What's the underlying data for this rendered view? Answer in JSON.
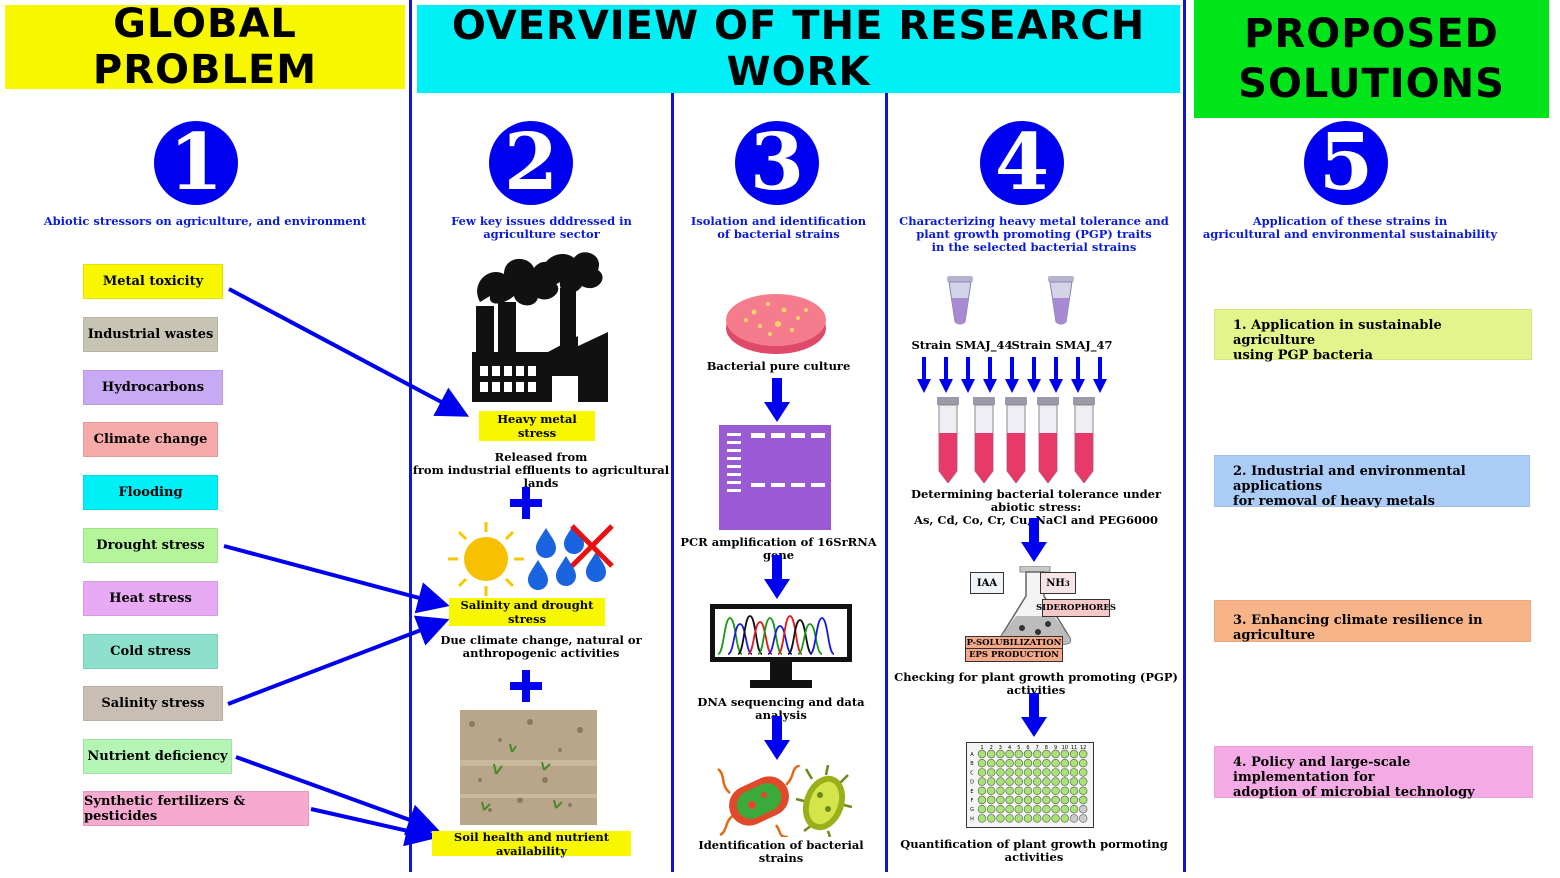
{
  "headers": {
    "global": "GLOBAL PROBLEM",
    "overview": "OVERVIEW OF THE RESEARCH WORK",
    "proposed": "PROPOSED\nSOLUTIONS"
  },
  "colors": {
    "blue": "#0000f0",
    "yellow": "#f7f700",
    "cyan": "#00f0f7",
    "green": "#00e41a"
  },
  "steps": [
    {
      "num": "1",
      "caption": "Abiotic stressors on agriculture, and environment"
    },
    {
      "num": "2",
      "caption": "Few key issues dddressed in agriculture sector"
    },
    {
      "num": "3",
      "caption": "Isolation and identification\nof bacterial strains"
    },
    {
      "num": "4",
      "caption": "Characterizing heavy metal tolerance and\nplant growth promoting (PGP) traits\nin the selected bacterial strains"
    },
    {
      "num": "5",
      "caption": "Application of these strains in\nagricultural and environmental sustainability"
    }
  ],
  "stressors": [
    {
      "label": "Metal toxicity",
      "color": "#f7f700"
    },
    {
      "label": "Industrial wastes",
      "color": "#c8c4b4"
    },
    {
      "label": "Hydrocarbons",
      "color": "#c8aaf4"
    },
    {
      "label": "Climate change",
      "color": "#f7aaaa"
    },
    {
      "label": "Flooding",
      "color": "#00f0f7"
    },
    {
      "label": "Drought stress",
      "color": "#b4f49a"
    },
    {
      "label": "Heat stress",
      "color": "#e8aaf4"
    },
    {
      "label": "Cold stress",
      "color": "#8ce0cc"
    },
    {
      "label": "Salinity stress",
      "color": "#c8beb4"
    },
    {
      "label": "Nutrient deficiency",
      "color": "#b4f4b4"
    },
    {
      "label": "Synthetic fertilizers & pesticides",
      "color": "#f7aad0"
    }
  ],
  "issues": {
    "heavy_metal": "Heavy metal stress",
    "released": "Released from\nfrom industrial effluents to agricultural lands",
    "salinity": "Salinity and drought stress",
    "due": "Due climate change, natural or\nanthropogenic activities",
    "soil": "Soil health and nutrient availability"
  },
  "isolation": {
    "culture": "Bacterial pure culture",
    "pcr": "PCR amplification of 16SrRNA gene",
    "dna": "DNA sequencing and data analysis",
    "ident": "Identification of bacterial strains"
  },
  "characterizing": {
    "strain_a": "Strain SMAJ_44",
    "strain_b": "Strain SMAJ_47",
    "tolerance": "Determining bacterial tolerance under abiotic stress:\nAs, Cd, Co, Cr, Cu, NaCl and PEG6000",
    "iaa": "IAA",
    "nh3": "NH",
    "nh3_sub": "3",
    "sidero": "SIDEROPHORES",
    "psol": "P-SOLUBILIZATION",
    "eps": "EPS PRODUCTION",
    "checking": "Checking for plant growth promoting (PGP) activities",
    "quant": "Quantification of plant growth pormoting activities"
  },
  "plate": {
    "cols": [
      "1",
      "2",
      "3",
      "4",
      "5",
      "6",
      "7",
      "8",
      "9",
      "10",
      "11",
      "12"
    ],
    "rows": [
      "A",
      "B",
      "C",
      "D",
      "E",
      "F",
      "G",
      "H"
    ]
  },
  "solutions": [
    {
      "label": "1. Application in sustainable agriculture\n    using PGP bacteria",
      "color": "#e4f48c"
    },
    {
      "label": "2. Industrial and environmental applications\n    for removal of heavy metals",
      "color": "#aaccf7"
    },
    {
      "label": "3. Enhancing climate resilience in agriculture",
      "color": "#f7b488"
    },
    {
      "label": "4. Policy and large-scale implementation for\n    adoption of microbial technology",
      "color": "#f4aae4"
    }
  ]
}
